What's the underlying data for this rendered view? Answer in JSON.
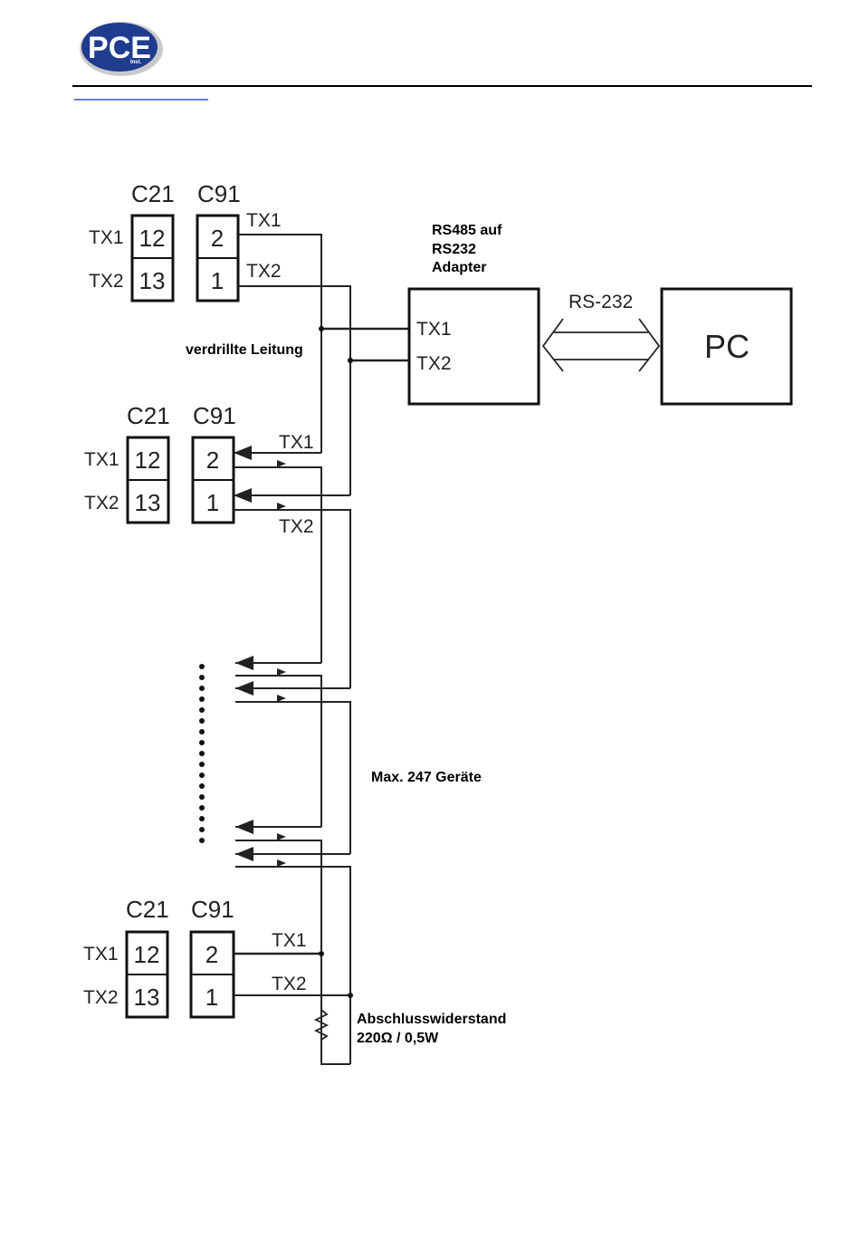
{
  "header": {
    "logo_text": "PCE",
    "logo_sub": "Inst.",
    "logo_color": "#1f3c8f"
  },
  "groups": [
    {
      "c21_label": "C21",
      "c91_label": "C91",
      "tx1_label": "TX1",
      "tx2_label": "TX2",
      "c21_top": "12",
      "c21_bottom": "13",
      "c91_top": "2",
      "c91_bottom": "1",
      "wire_tx1": "TX1",
      "wire_tx2": "TX2"
    },
    {
      "c21_label": "C21",
      "c91_label": "C91",
      "tx1_label": "TX1",
      "tx2_label": "TX2",
      "c21_top": "12",
      "c21_bottom": "13",
      "c91_top": "2",
      "c91_bottom": "1",
      "wire_tx1": "TX1",
      "wire_tx2": "TX2"
    },
    {
      "c21_label": "C21",
      "c91_label": "C91",
      "tx1_label": "TX1",
      "tx2_label": "TX2",
      "c21_top": "12",
      "c21_bottom": "13",
      "c91_top": "2",
      "c91_bottom": "1",
      "wire_tx1": "TX1",
      "wire_tx2": "TX2"
    }
  ],
  "adapter": {
    "caption_line1": "RS485 auf",
    "caption_line2": "RS232",
    "caption_line3": "Adapter",
    "tx1": "TX1",
    "tx2": "TX2"
  },
  "link_label": "RS-232",
  "pc_label": "PC",
  "twisted_label": "verdrillte Leitung",
  "max_devices_label": "Max. 247 Geräte",
  "terminator": {
    "line1": "Abschlusswiderstand",
    "line2": "220Ω / 0,5W"
  }
}
